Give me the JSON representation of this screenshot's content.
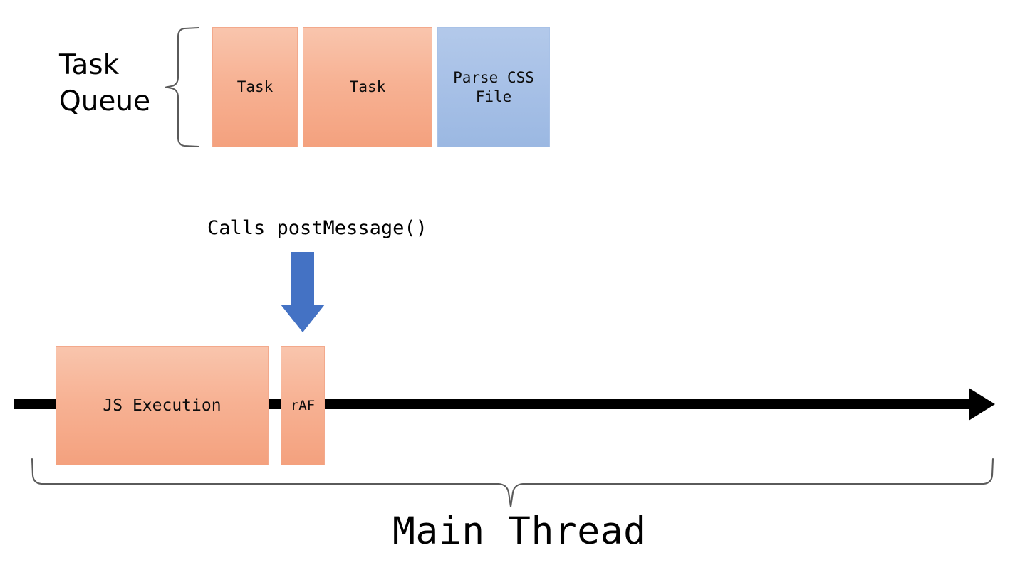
{
  "diagram": {
    "title": "Browser main thread task queue and postMessage timing diagram",
    "task_queue": {
      "label": "Task\nQueue",
      "brace_icon": "left-curly-brace-icon",
      "items": [
        {
          "label": "Task",
          "color": "#F7B294",
          "kind": "task"
        },
        {
          "label": "Task",
          "color": "#F7B294",
          "kind": "task"
        },
        {
          "label": "Parse CSS\nFile",
          "color": "#A8C1E7",
          "kind": "parse-css"
        }
      ]
    },
    "annotation": {
      "label": "Calls postMessage()",
      "arrow_icon": "down-arrow-icon",
      "arrow_color": "#4472C4"
    },
    "timeline": {
      "axis_icon": "right-arrow-icon",
      "axis_color": "#000000",
      "blocks": [
        {
          "label": "JS Execution",
          "color": "#F7B294"
        },
        {
          "label": "rAF",
          "color": "#F7B294"
        }
      ]
    },
    "main_thread": {
      "label": "Main Thread",
      "brace_icon": "bottom-curly-brace-icon"
    },
    "colors": {
      "salmon_light": "#F9C5AD",
      "salmon_mid": "#F7B294",
      "salmon_dark": "#F4A17E",
      "blue_light": "#B3C9EA",
      "blue_mid": "#A8C1E7",
      "blue_dark": "#9BB8E2",
      "arrow_blue": "#4472C4",
      "axis_black": "#000000",
      "brace_gray": "#5A5A5A",
      "background": "#FFFFFF"
    }
  }
}
